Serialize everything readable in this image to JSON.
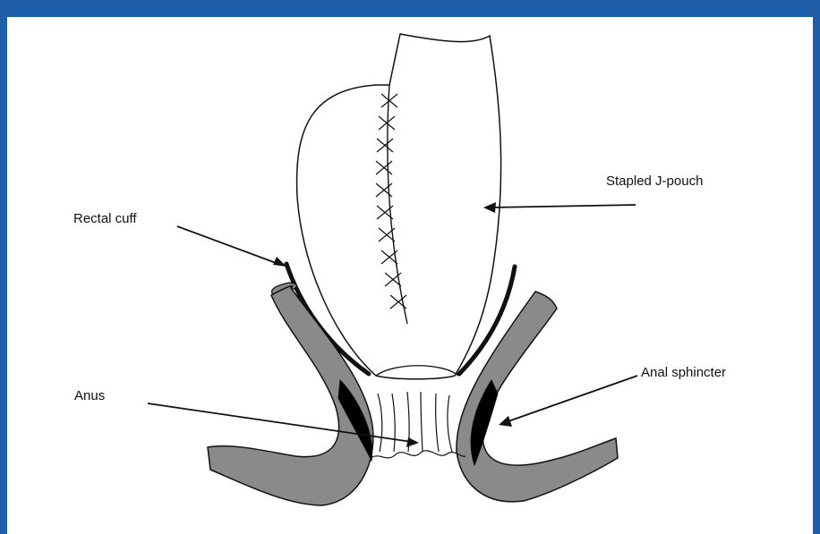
{
  "figure": {
    "caption": "",
    "colors": {
      "frame": "#1f5ea8",
      "line": "#111111",
      "sphincter_fill": "#8a8a8a",
      "muscle_fill": "#000000"
    }
  },
  "labels": {
    "pouch": "Stapled J-pouch",
    "cuff": "Rectal cuff",
    "anus": "Anus",
    "sphincter": "Anal sphincter"
  }
}
